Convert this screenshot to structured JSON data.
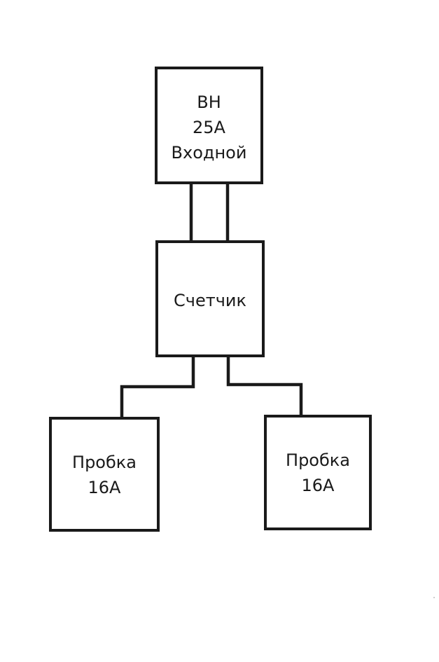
{
  "blocks": {
    "input_breaker": {
      "line1": "ВН",
      "line2": "25А",
      "line3": "Входной"
    },
    "meter": {
      "label": "Счетчик"
    },
    "fuse_left": {
      "line1": "Пробка",
      "line2": "16А"
    },
    "fuse_right": {
      "line1": "Пробка",
      "line2": "16А"
    }
  },
  "colors": {
    "line": "#1a1a1a",
    "background": "#ffffff"
  }
}
